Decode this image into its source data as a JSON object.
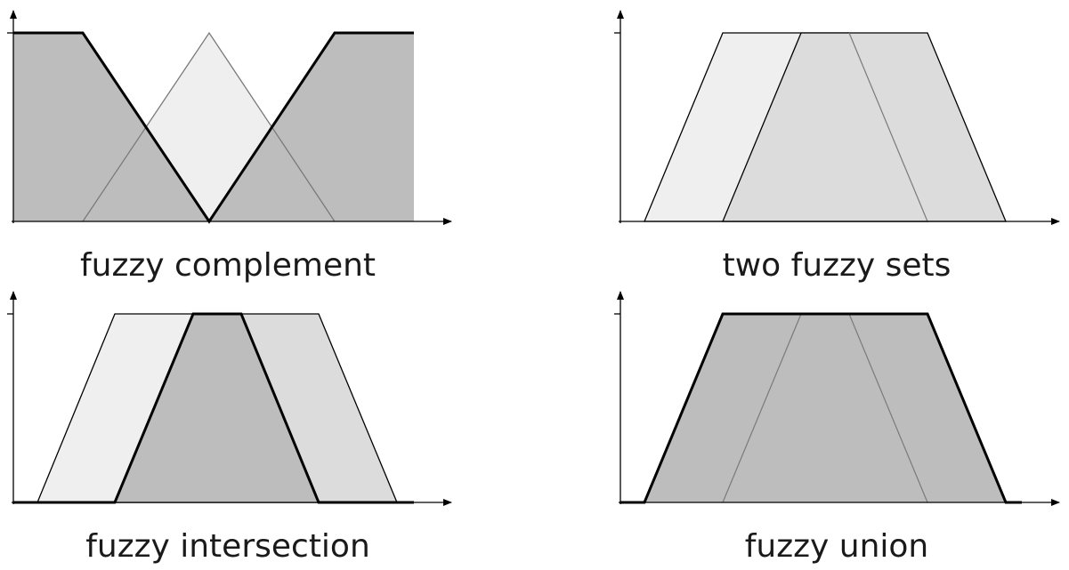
{
  "panels": [
    {
      "id": "complement",
      "caption": "fuzzy complement"
    },
    {
      "id": "two-sets",
      "caption": "two fuzzy sets"
    },
    {
      "id": "intersection",
      "caption": "fuzzy intersection"
    },
    {
      "id": "union",
      "caption": "fuzzy union"
    }
  ],
  "colors": {
    "light": "#efefef",
    "mid": "#dcdcdc",
    "dark": "#bdbdbd",
    "stroke": "#000000",
    "thin_stroke": "#7a7a7a"
  }
}
